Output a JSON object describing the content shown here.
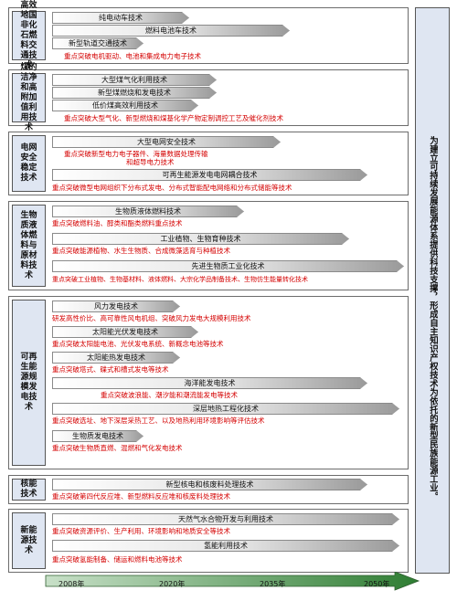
{
  "sections": [
    {
      "category": "高效地国非化石燃料交通技术",
      "bars": [
        "纯电动车技术",
        "燃料电池车技术",
        "新型轨道交通技术"
      ],
      "notes": [
        "重点突破电机驱动、电池和集成电力电子技术"
      ]
    },
    {
      "category": "煤的洁净和高附加值利用技术",
      "bars": [
        "大型煤气化利用技术",
        "新型煤燃烧和发电技术",
        "低价煤高效利用技术"
      ],
      "notes": [
        "重点突破大型气化、新型燃烧和煤基化学产物定制调控工艺及催化剂技术"
      ]
    },
    {
      "category": "电网安全稳定技术",
      "bars": [
        "大型电网安全技术",
        "可再生能源发电电网耦合技术"
      ],
      "notes": [
        "重点突破新型电力电子器件、海量数据处理传输",
        "和超导电力技术",
        "重点突破微型电网组织下分布式发电、分布式智能配电网络和分布式储能等技术"
      ]
    },
    {
      "category": "生物质液体燃料与原材料技术",
      "bars": [
        "生物质液体燃料技术",
        "工业植物、生物育种技术",
        "先进生物质工业化技术"
      ],
      "notes": [
        "重点突破燃料油、醇类和酯类燃料重点技术",
        "重点突破能源植物、水生生物质、合成微藻选育与种植技术",
        "重点突破工业植物、生物基材料、液体燃料、大宗化学品制备技术、生物仿生能量转化技术"
      ]
    },
    {
      "category": "可再生能源规模发电技术",
      "bars": [
        "风力发电技术",
        "太阳能光伏发电技术",
        "太阳能热发电技术",
        "海洋能发电技术",
        "深层地热工程化技术",
        "生物质发电技术"
      ],
      "notes": [
        "研发高性价比、高可靠性风电机组、突破风力发电大规模利用技术",
        "重点突破太阳能电池、光伏发电系统、新概念电池等技术",
        "重点突破塔式、碟式和槽式发电等技术",
        "重点突破波浪能、潮汐能和潮流能发电等技术",
        "重点突破选址、地下深层采热工艺、以及地热利用环境影响等评估技术",
        "重点突破生物质直燃、混燃和气化发电技术"
      ]
    },
    {
      "category": "核能技术",
      "bars": [
        "新型核电和核废料处理技术"
      ],
      "notes": [
        "重点突破第四代反应堆、新型燃料反应堆和核废料处理技术"
      ]
    },
    {
      "category": "新能源技术",
      "bars": [
        "天然气水合物开发与利用技术",
        "氢能利用技术"
      ],
      "notes": [
        "重点突破资源评价、生产利用、环境影响和地质安全等技术",
        "重点突破氢能制备、储运和燃料电池等技术"
      ]
    }
  ],
  "right_text": "为建立可持续发展能源体系提供科技支撑，形成自主知识产权技术为依托的新型民族能源工业。",
  "timeline": [
    "2008年",
    "2020年",
    "2035年",
    "2050年"
  ],
  "colors": {
    "accent_fill": "#dfe6f2",
    "note_red": "#d40000",
    "timeline_green": "#2e7d32"
  }
}
